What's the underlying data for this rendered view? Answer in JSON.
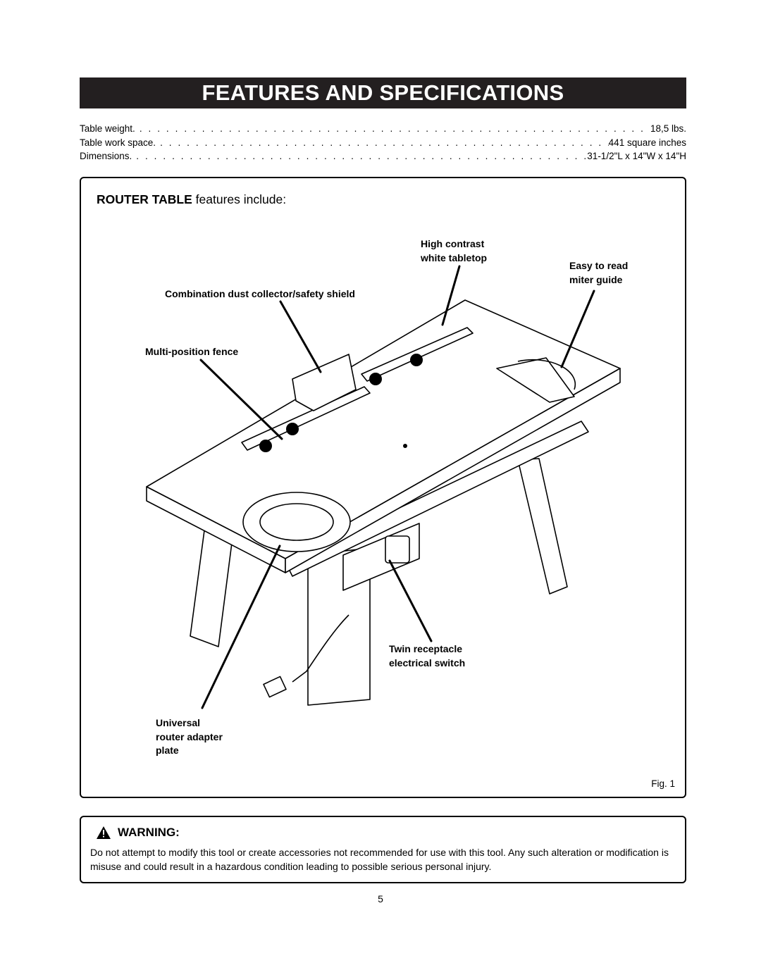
{
  "header": {
    "title": "FEATURES AND SPECIFICATIONS"
  },
  "specs": [
    {
      "label": "Table weight.",
      "value": "18,5 lbs."
    },
    {
      "label": "Table work space.",
      "value": "441 square inches"
    },
    {
      "label": "Dimensions.",
      "value": "31-1/2\"L x 14\"W x 14\"H"
    }
  ],
  "features": {
    "heading_bold": "ROUTER TABLE",
    "heading_rest": " features include:",
    "callouts": {
      "tabletop": [
        "High contrast",
        "white tabletop"
      ],
      "miter": [
        "Easy to read",
        "miter guide"
      ],
      "dust": "Combination dust collector/safety shield",
      "fence": "Multi-position fence",
      "switch": [
        "Twin receptacle",
        "electrical switch"
      ],
      "plate": [
        "Universal",
        "router adapter",
        "plate"
      ]
    },
    "figure_label": "Fig. 1"
  },
  "warning": {
    "title": "WARNING:",
    "body": "Do not attempt to modify this tool or create accessories not recommended for use with this tool. Any such alteration or modification is misuse and could result in a hazardous condition leading to possible serious personal injury."
  },
  "page_number": "5"
}
